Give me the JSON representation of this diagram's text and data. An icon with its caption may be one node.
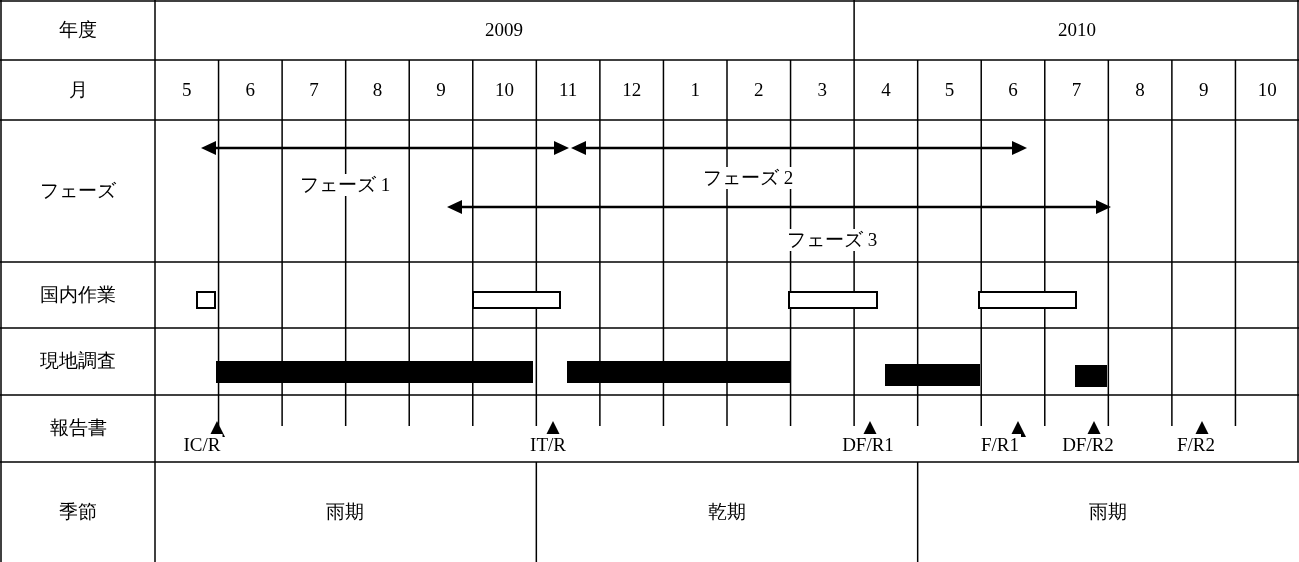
{
  "diagram": {
    "nodes": [
      {
        "text": [],
        "shape": "box"
      },
      {
        "text": [],
        "shape": "box"
      },
      {
        "text": [],
        "shape": "box"
      },
      {
        "text": [],
        "shape": "box"
      },
      {
        "text": [],
        "shape": "bar"
      },
      {
        "text": [],
        "shape": "bar"
      },
      {
        "text": [],
        "shape": "bar"
      },
      {
        "text": [],
        "shape": "bar"
      }
    ],
    "labels": [
      "年度",
      "2009",
      "2010",
      "月",
      "5",
      "6",
      "7",
      "8",
      "9",
      "10",
      "11",
      "12",
      "1",
      "2",
      "3",
      "4",
      "5",
      "6",
      "7",
      "8",
      "9",
      "10",
      "フェーズ",
      "フェーズ 1",
      "フェーズ 2",
      "フェーズ 3",
      "国内作業",
      "現地調査",
      "報告書",
      "IC/R",
      "IT/R",
      "DF/R1",
      "F/R1",
      "DF/R2",
      "F/R2",
      "季節",
      "雨期",
      "乾期",
      "雨期"
    ]
  }
}
